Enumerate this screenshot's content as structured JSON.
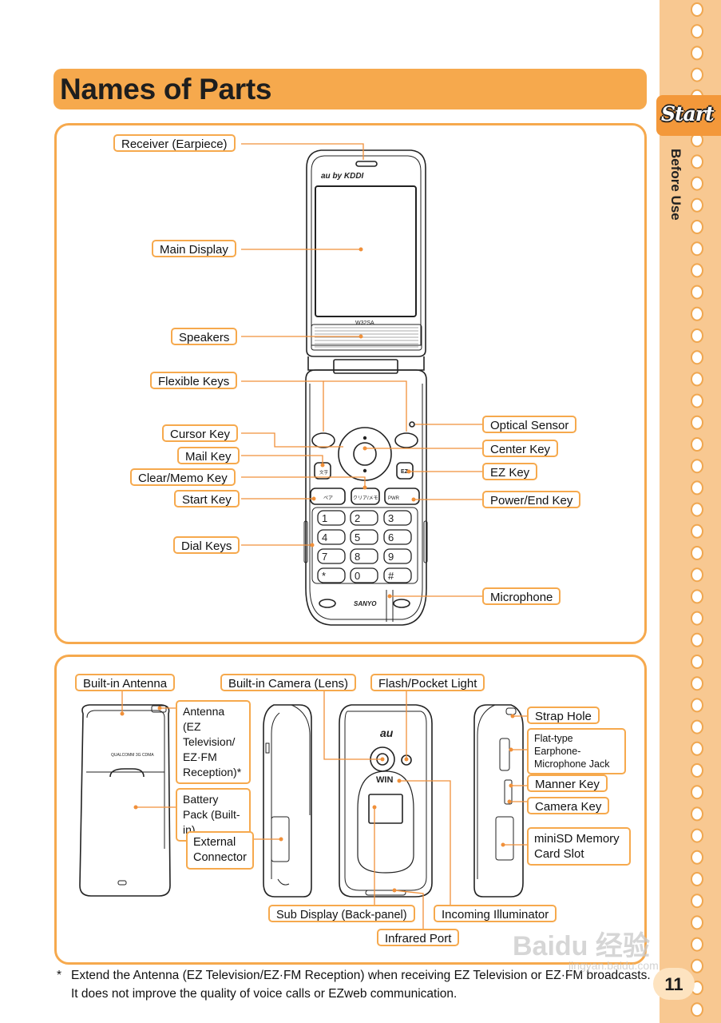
{
  "page": {
    "title": "Names of Parts",
    "section_tab": "Start",
    "section_label": "Before Use",
    "page_number": "11",
    "footnote_marker": "*",
    "footnote": "Extend the Antenna (EZ Television/EZ·FM Reception) when receiving EZ Television or EZ·FM broadcasts. It does not improve the quality of voice calls or EZweb communication.",
    "watermark": "Baidu 经验",
    "watermark_url": "jingyan.baidu.com"
  },
  "phone_front": {
    "brand": "au by KDDI",
    "model": "W32SA",
    "maker": "SANYO",
    "keys": {
      "mail": "文字",
      "ez": "EZ",
      "start": "ペア",
      "clear": "クリア/メモ",
      "power": "PWR",
      "dial": [
        "1",
        "2",
        "3",
        "4",
        "5",
        "6",
        "7",
        "8",
        "9",
        "*",
        "0",
        "#"
      ]
    }
  },
  "phone_back": {
    "brand": "au",
    "logo": "WIN",
    "chip_label": "QUALCOMM 3G CDMA"
  },
  "colors": {
    "accent": "#f6a94d",
    "tab": "#f3983a",
    "sidebar": "#f8c891"
  },
  "labels_top": {
    "receiver": "Receiver (Earpiece)",
    "main_display": "Main Display",
    "speakers": "Speakers",
    "flexible_keys": "Flexible Keys",
    "cursor_key": "Cursor Key",
    "mail_key": "Mail Key",
    "clear_memo_key": "Clear/Memo Key",
    "start_key": "Start Key",
    "dial_keys": "Dial Keys",
    "optical_sensor": "Optical Sensor",
    "center_key": "Center Key",
    "ez_key": "EZ Key",
    "power_end_key": "Power/End Key",
    "microphone": "Microphone"
  },
  "labels_bottom": {
    "builtin_antenna": "Built-in Antenna",
    "antenna": "Antenna (EZ Television/ EZ·FM Reception)*",
    "battery_pack": "Battery Pack (Built-in)",
    "external_connector": "External Connector",
    "builtin_camera": "Built-in Camera (Lens)",
    "flash_light": "Flash/Pocket Light",
    "strap_hole": "Strap Hole",
    "earphone_jack": "Flat-type Earphone-Microphone Jack",
    "manner_key": "Manner Key",
    "camera_key": "Camera Key",
    "minisd_slot": "miniSD Memory Card Slot",
    "sub_display": "Sub Display (Back-panel)",
    "incoming_illuminator": "Incoming Illuminator",
    "infrared_port": "Infrared Port"
  }
}
